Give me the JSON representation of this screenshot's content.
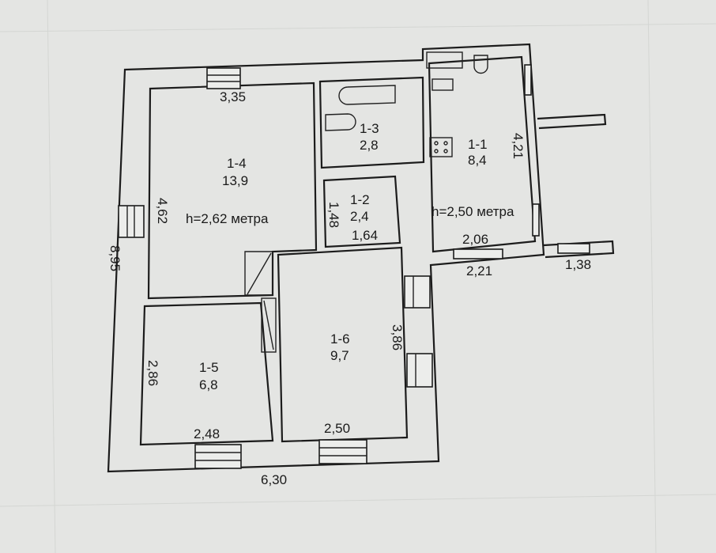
{
  "plan": {
    "rooms": [
      {
        "id": "1-4",
        "area": "13,9",
        "width": "3,35",
        "length": "4,62",
        "height_note": "h=2,62 метра"
      },
      {
        "id": "1-3",
        "area": "2,8"
      },
      {
        "id": "1-2",
        "area": "2,4",
        "width": "1,48",
        "length": "1,64"
      },
      {
        "id": "1-1",
        "area": "8,4",
        "width": "2,06",
        "length": "4,21",
        "height_note": "h=2,50 метра"
      },
      {
        "id": "1-6",
        "area": "9,7",
        "width": "2,50",
        "length": "3,86"
      },
      {
        "id": "1-5",
        "area": "6,8",
        "width": "2,48",
        "length": "2,86"
      }
    ],
    "outer": {
      "length_left": "8,95",
      "width_bottom": "6,30",
      "kitchen_outer": "2,21",
      "porch": "1,38"
    }
  }
}
